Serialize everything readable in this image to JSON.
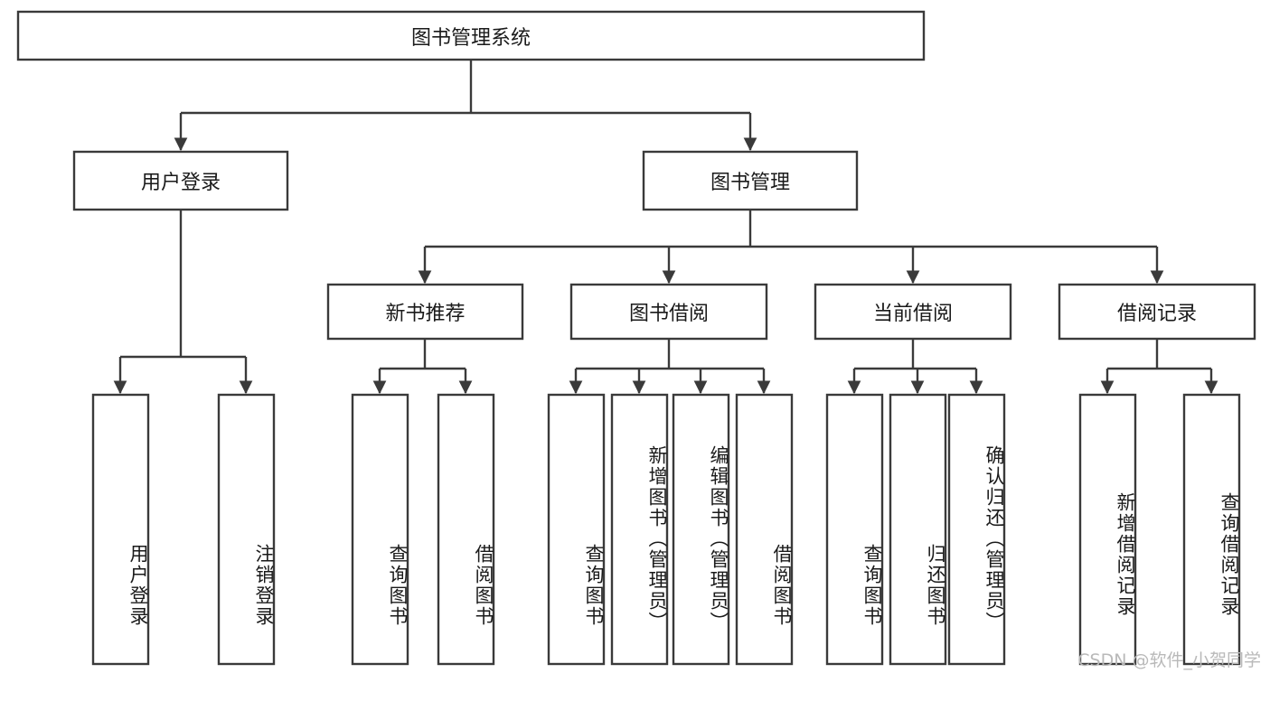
{
  "diagram": {
    "type": "tree",
    "title": "图书管理系统",
    "orientation": "top-down",
    "watermark": "CSDN @软件_小贺同学",
    "colors": {
      "stroke": "#3a3a3a",
      "fill": "#ffffff",
      "text": "#1a1a1a",
      "watermark": "#b9b9b9"
    },
    "root": {
      "id": "root",
      "label": "图书管理系统"
    },
    "level2": [
      {
        "id": "n-user-login",
        "label": "用户登录"
      },
      {
        "id": "n-book-manage",
        "label": "图书管理"
      }
    ],
    "level3": [
      {
        "id": "n-new-book-rec",
        "label": "新书推荐",
        "parent": "n-book-manage"
      },
      {
        "id": "n-book-borrow",
        "label": "图书借阅",
        "parent": "n-book-manage"
      },
      {
        "id": "n-current-borrow",
        "label": "当前借阅",
        "parent": "n-book-manage"
      },
      {
        "id": "n-borrow-record",
        "label": "借阅记录",
        "parent": "n-book-manage"
      }
    ],
    "leaves": [
      {
        "id": "leaf-user-login",
        "label": "用户登录",
        "parent": "n-user-login"
      },
      {
        "id": "leaf-logout",
        "label": "注销登录",
        "parent": "n-user-login"
      },
      {
        "id": "leaf-query-book-1",
        "label": "查询图书",
        "parent": "n-new-book-rec"
      },
      {
        "id": "leaf-borrow-book-1",
        "label": "借阅图书",
        "parent": "n-new-book-rec"
      },
      {
        "id": "leaf-query-book-2",
        "label": "查询图书",
        "parent": "n-book-borrow"
      },
      {
        "id": "leaf-add-book",
        "label": "新增图书（管理员）",
        "parent": "n-book-borrow"
      },
      {
        "id": "leaf-edit-book",
        "label": "编辑图书（管理员）",
        "parent": "n-book-borrow"
      },
      {
        "id": "leaf-borrow-book-2",
        "label": "借阅图书",
        "parent": "n-book-borrow"
      },
      {
        "id": "leaf-query-book-3",
        "label": "查询图书",
        "parent": "n-current-borrow"
      },
      {
        "id": "leaf-return-book",
        "label": "归还图书",
        "parent": "n-current-borrow"
      },
      {
        "id": "leaf-confirm-return",
        "label": "确认归还（管理员）",
        "parent": "n-current-borrow"
      },
      {
        "id": "leaf-add-record",
        "label": "新增借阅记录",
        "parent": "n-borrow-record"
      },
      {
        "id": "leaf-query-record",
        "label": "查询借阅记录",
        "parent": "n-borrow-record"
      }
    ]
  }
}
